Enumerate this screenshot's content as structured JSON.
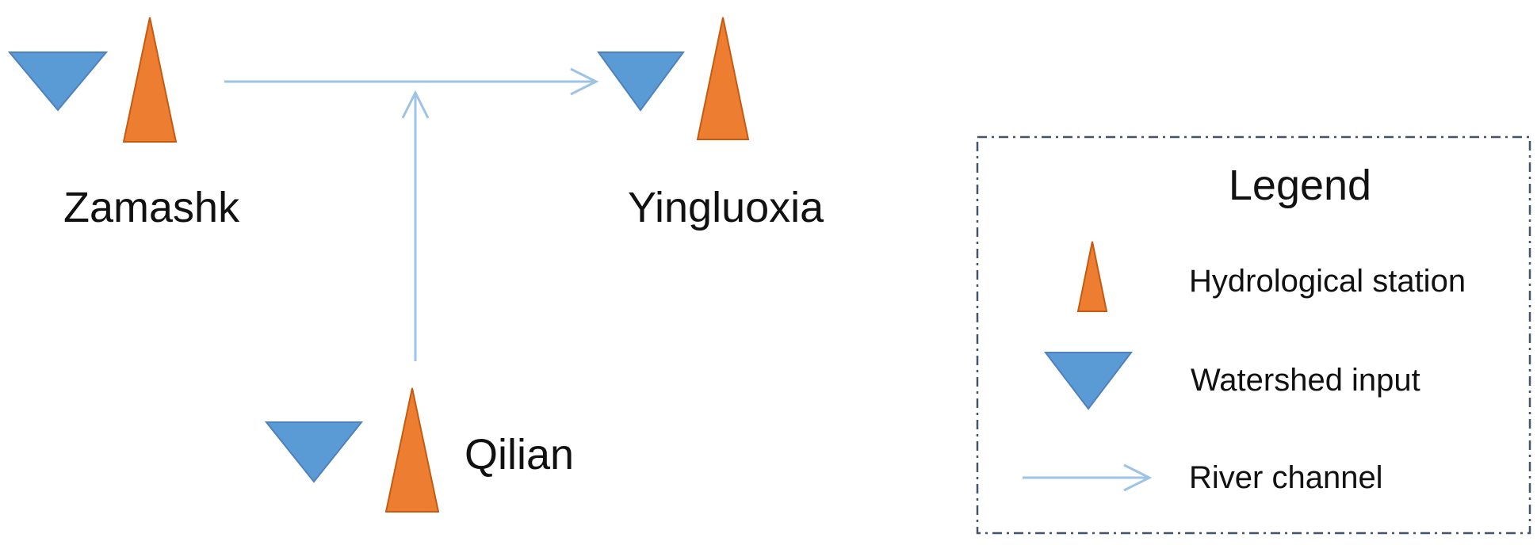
{
  "colors": {
    "hydrological_station": "#ED7D31",
    "watershed_input": "#5B9BD5",
    "river_channel": "#9DC3E6",
    "legend_border": "#44546A",
    "icon_outline": "#4F81BD"
  },
  "stations": {
    "zamashk": {
      "name": "Zamashk"
    },
    "yingluoxia": {
      "name": "Yingluoxia"
    },
    "qilian": {
      "name": "Qilian"
    }
  },
  "legend": {
    "title": "Legend",
    "items": [
      {
        "icon": "orange-triangle-icon",
        "label": "Hydrological station"
      },
      {
        "icon": "blue-inverted-triangle-icon",
        "label": "Watershed input"
      },
      {
        "icon": "arrow-icon",
        "label": "River channel"
      }
    ]
  }
}
